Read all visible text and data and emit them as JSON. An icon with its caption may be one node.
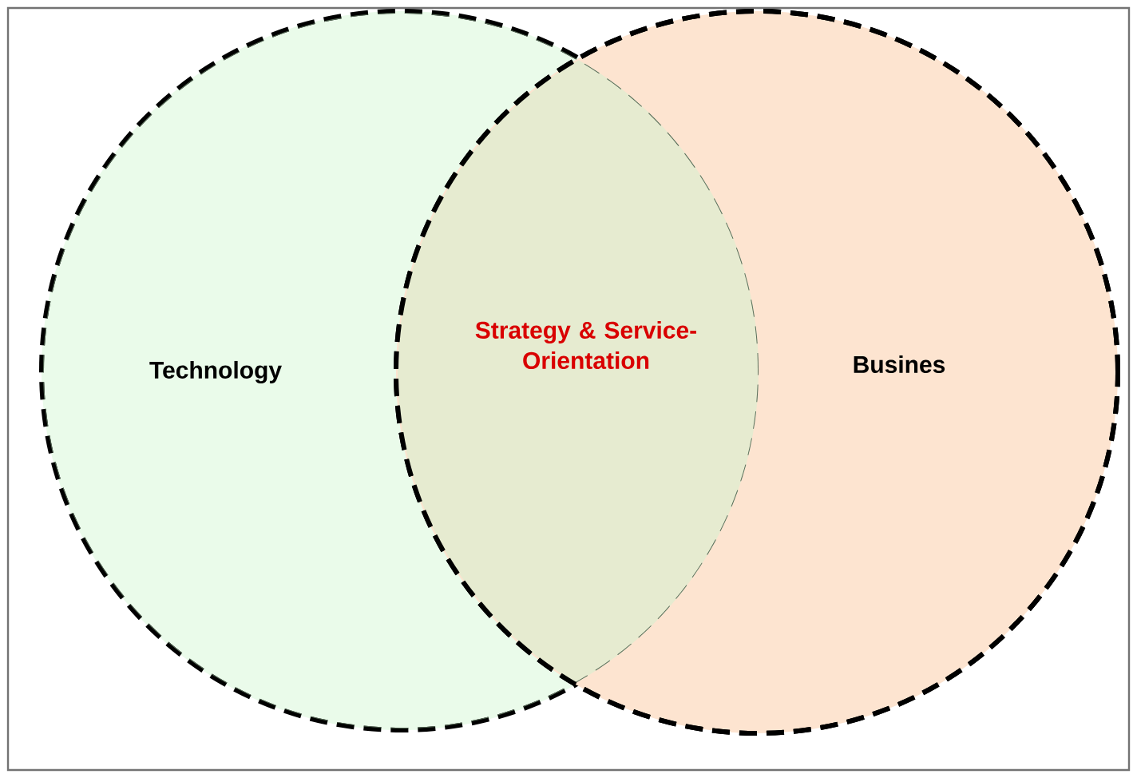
{
  "diagram": {
    "nodes": [
      {
        "text": [
          "Technology"
        ]
      },
      {
        "text": [
          "Busines"
        ]
      }
    ],
    "labels": [
      "Strategy & Service-Orientation"
    ]
  }
}
